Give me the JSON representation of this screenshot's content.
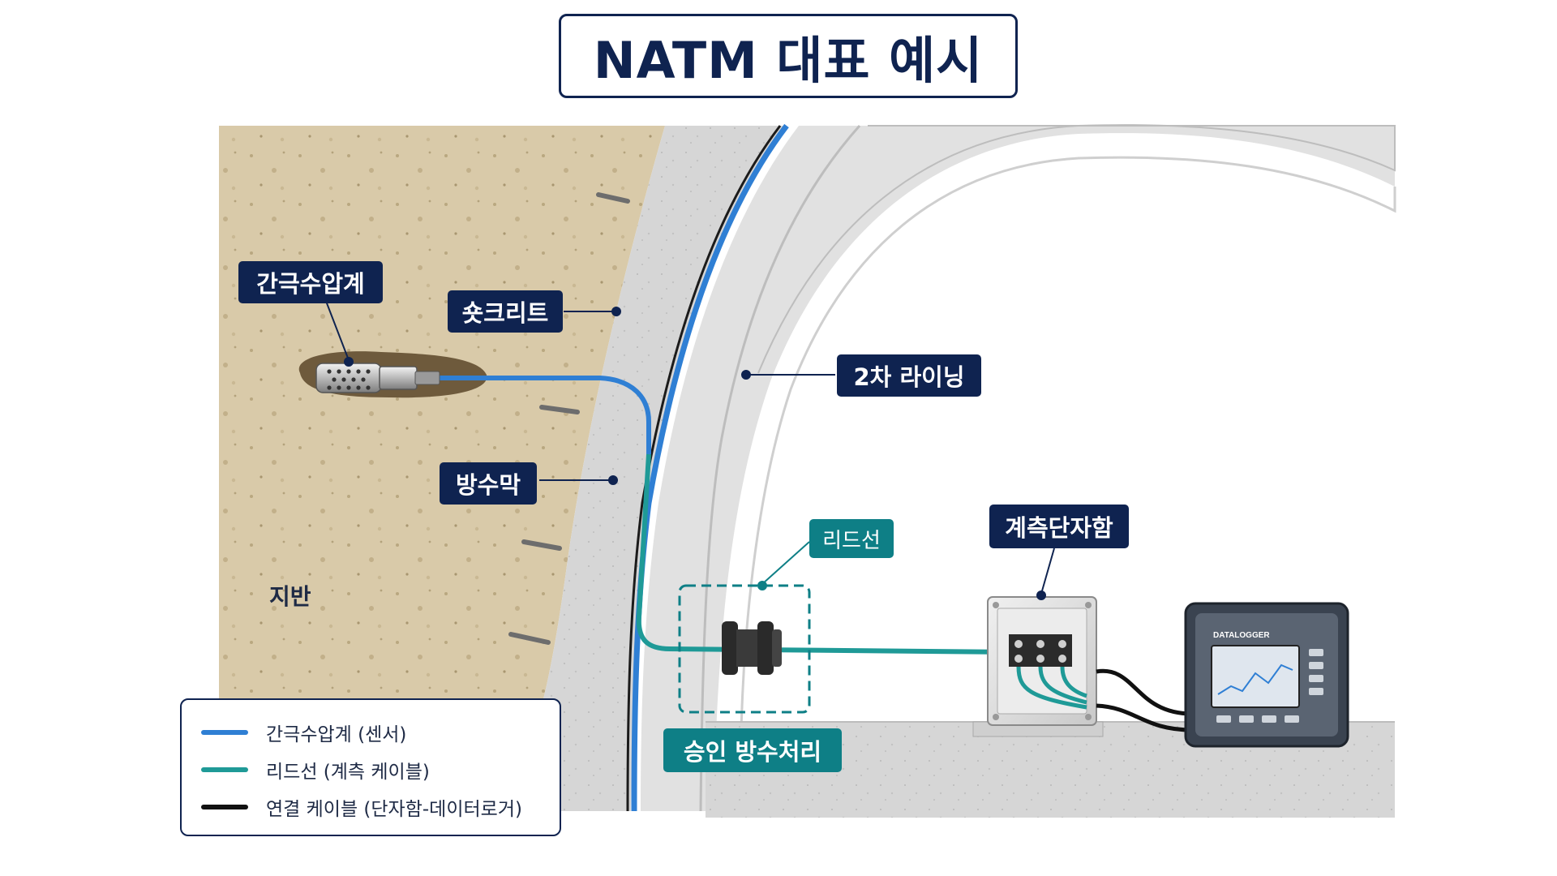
{
  "title": "NATM 대표 예시",
  "labels": {
    "sensor": "간극수압계",
    "shotcrete": "숏크리트",
    "waterproof_membrane": "방수막",
    "ground": "지반",
    "secondary_lining": "2차 라이닝",
    "lead_wire": "리드선",
    "junction_box": "계측단자함",
    "waterproofing_seal": "승인 방수처리",
    "datalogger": "DATALOGGER"
  },
  "legend": [
    {
      "label": "간극수압계 (센서)",
      "color": "#2f7fd4"
    },
    {
      "label": "리드선 (계측 케이블)",
      "color": "#1f9a97"
    },
    {
      "label": "연결 케이블 (단자함-데이터로거)",
      "color": "#111111"
    }
  ],
  "colors": {
    "navy": "#0f2350",
    "teal": "#0e7f86",
    "sensor_cable": "#2f7fd4",
    "lead_wire": "#1f9a97",
    "connection_cable": "#111111",
    "ground": "#d8c9aa",
    "concrete": "#dcdcdc"
  }
}
